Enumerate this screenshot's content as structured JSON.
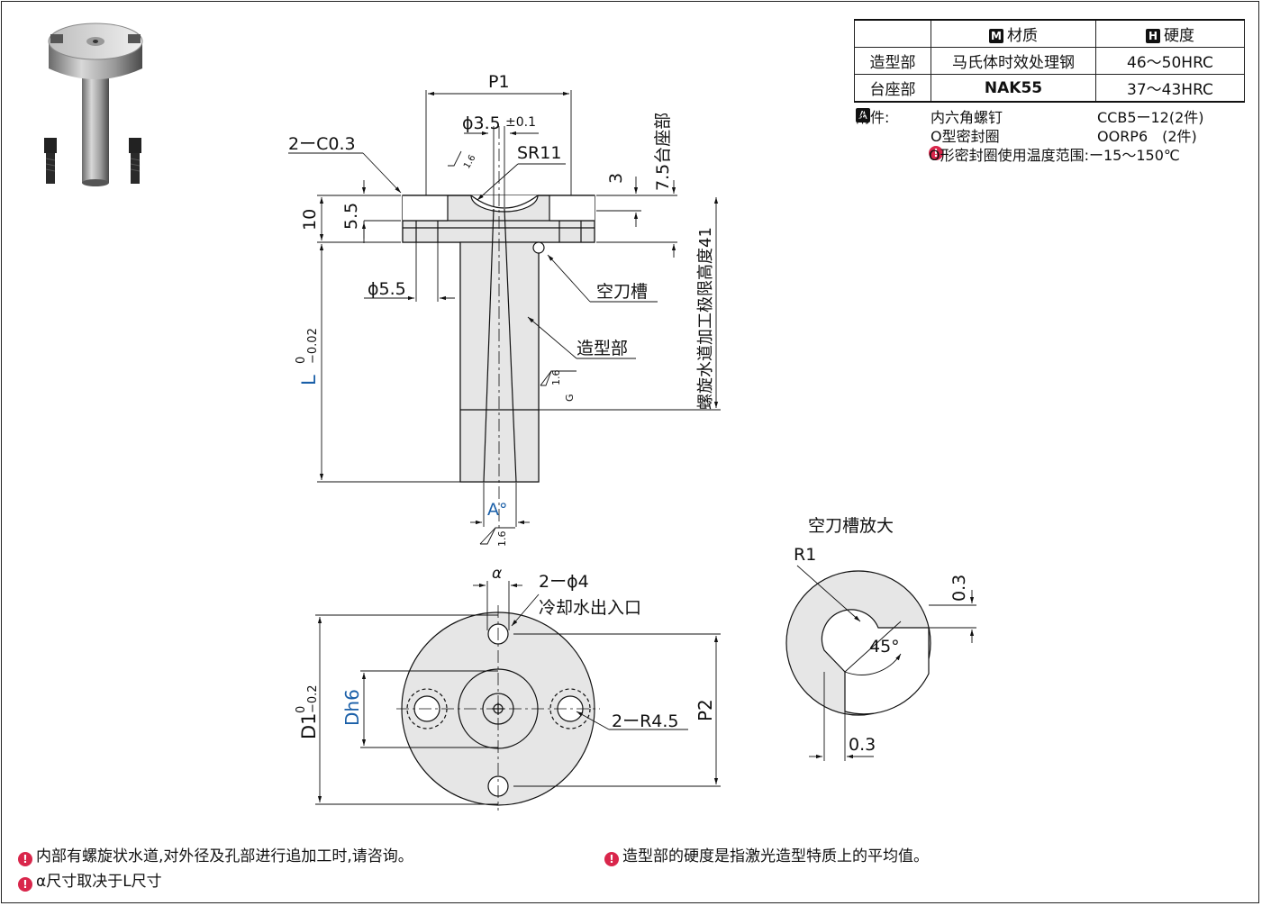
{
  "spec_table": {
    "header": {
      "col_material_badge": "M",
      "col_material": "材质",
      "col_hardness_badge": "H",
      "col_hardness": "硬度"
    },
    "rows": [
      {
        "part": "造型部",
        "material": "马氏体时效处理钢",
        "hardness": "46～50HRC"
      },
      {
        "part": "台座部",
        "material": "NAK55",
        "hardness": "37～43HRC"
      }
    ]
  },
  "accessories": {
    "badge": "A",
    "label": "附件:",
    "items": [
      {
        "name": "内六角螺钉",
        "code": "CCB5ー12(2件)"
      },
      {
        "name": "O型密封圈",
        "code": "OORP6　(2件)"
      }
    ],
    "temp_note": "O形密封圈使用温度范围:ー15～150℃"
  },
  "drawing": {
    "p1": "P1",
    "phi35": "ϕ3.5",
    "tol01": "±0.1",
    "sr11": "SR11",
    "c03": "2ーC0.3",
    "dim3": "3",
    "dim75": "7.5台座部",
    "dim10": "10",
    "dim55": "5.5",
    "phi55": "ϕ5.5",
    "groove": "空刀槽",
    "mold_part": "造型部",
    "spiral_limit": "螺旋水道加工极限高度41",
    "L": "L",
    "L_tol_up": "0",
    "L_tol_low": "−0.02",
    "A_deg": "A°",
    "rough16": "1.6",
    "rough_g": "G",
    "alpha": "α",
    "holes": "2ーϕ4",
    "coolant": "冷却水出入口",
    "D1": "D1",
    "D1_tol_up": "0",
    "D1_tol_low": "−0.2",
    "Dh6": "Dh6",
    "r45": "2ーR4.5",
    "P2": "P2",
    "detail_title": "空刀槽放大",
    "R1": "R1",
    "d03a": "0.3",
    "deg45": "45°",
    "d03b": "0.3"
  },
  "notes": {
    "left1": "内部有螺旋状水道,对外径及孔部进行追加工时,请咨询。",
    "left2": "α尺寸取决于L尺寸",
    "right1": "造型部的硬度是指激光造型特质上的平均值。"
  },
  "colors": {
    "accent_blue": "#1a5fa8",
    "warn_red": "#d9264b",
    "part_fill": "#e6e6e6"
  }
}
